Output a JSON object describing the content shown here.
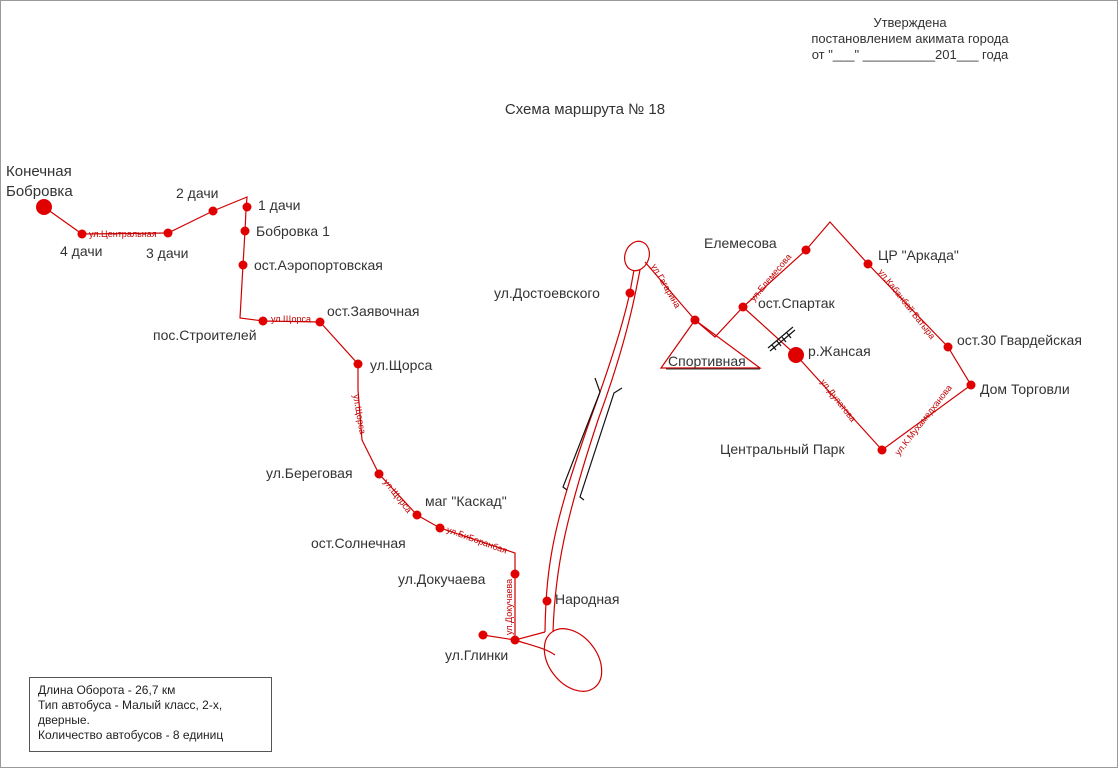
{
  "approval": {
    "line1": "Утверждена",
    "line2": "постановлением акимата города",
    "line3": "от  \"___\" __________201___ года"
  },
  "title": "Схема маршрута № 18",
  "colors": {
    "route": "#d00000",
    "text": "#333333"
  },
  "terminal": {
    "line1": "Конечная",
    "line2": "Бобровка"
  },
  "stops": {
    "dachi4": "4 дачи",
    "dachi3": "3 дачи",
    "dachi2": "2 дачи",
    "dachi1": "1 дачи",
    "bobrovka1": "Бобровка 1",
    "aeroport": "ост.Аэропортовская",
    "stroiteley": "пос.Строителей",
    "zayavochnaya": "ост.Заявочная",
    "shorsa": "ул.Щорса",
    "beregovaya": "ул.Береговая",
    "kaskad": "маг \"Каскад\"",
    "solnechnaya": "ост.Солнечная",
    "dokuchaeva": "ул.Докучаева",
    "glinki": "ул.Глинки",
    "narodnaya": "Народная",
    "dostoevskogo": "ул.Достоевского",
    "sportivnaya": "Спортивная",
    "spartak": "ост.Спартак",
    "elemesova": "Елемесова",
    "arkada": "ЦР \"Аркада\"",
    "gvardeyskaya": "ост.30 Гвардейская",
    "dom_torgovli": "Дом Торговли",
    "central_park": "Центральный Парк",
    "zhansaya": "р.Жансая"
  },
  "streets": {
    "centralnaya": "ул.Центральная",
    "shorsa_short": "ул.Щорса",
    "shorsa_vertical": "ул.Щорса",
    "shorsa_diag": "ул.Щорса",
    "biboranbaya": "ул.БиБоранбая",
    "dokuchaeva": "ул.Докучаева",
    "gagarina": "ул.Гагарина",
    "elemesova": "ул.Елемесова",
    "kabanbay": "ул.Кабанбай Батыра",
    "dulatova": "ул.Дулатова",
    "mukhamedzhanova": "ул.К.Мухамедханова"
  },
  "info": {
    "line1": "Длина Оборота - 26,7 км",
    "line2": "Тип автобуса - Малый класс, 2-х,",
    "line3": "дверные.",
    "line4": "Количество автобусов - 8 единиц"
  }
}
